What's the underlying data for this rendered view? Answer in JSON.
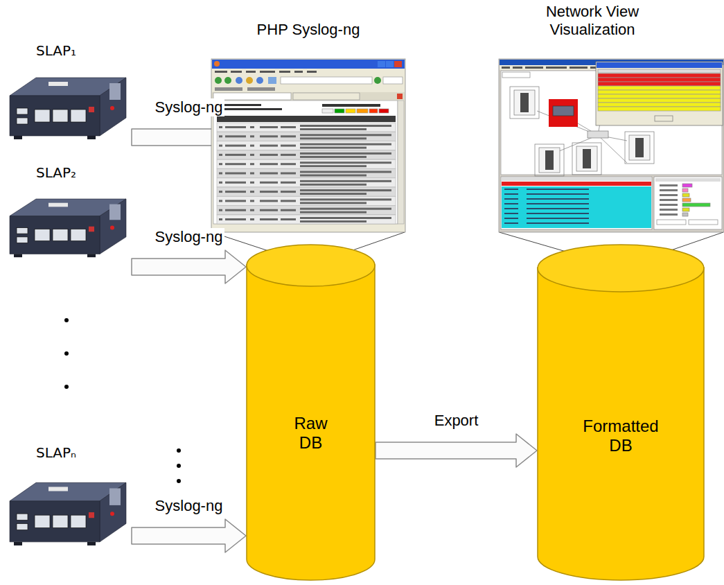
{
  "diagram": {
    "nodes": [
      {
        "text": [
          "PHP Syslog-ng"
        ]
      },
      {
        "text": [
          "Network View Visualization"
        ]
      },
      {
        "text": [
          "SLAP₁"
        ]
      },
      {
        "text": [
          "SLAP₂"
        ]
      },
      {
        "text": [
          "SLAPₙ"
        ]
      },
      {
        "text": [
          "Raw DB"
        ]
      },
      {
        "text": [
          "Formatted DB"
        ]
      }
    ],
    "edges": [
      {
        "from": 2,
        "to": 5,
        "label": "Syslog-ng",
        "arrow": "to"
      },
      {
        "from": 3,
        "to": 5,
        "label": "Syslog-ng",
        "arrow": "to"
      },
      {
        "from": 4,
        "to": 5,
        "label": "Syslog-ng",
        "arrow": "to"
      },
      {
        "from": 5,
        "to": 6,
        "label": "Export",
        "arrow": "to"
      },
      {
        "from": 0,
        "to": 5,
        "arrow": "none"
      },
      {
        "from": 1,
        "to": 6,
        "arrow": "none"
      }
    ]
  }
}
